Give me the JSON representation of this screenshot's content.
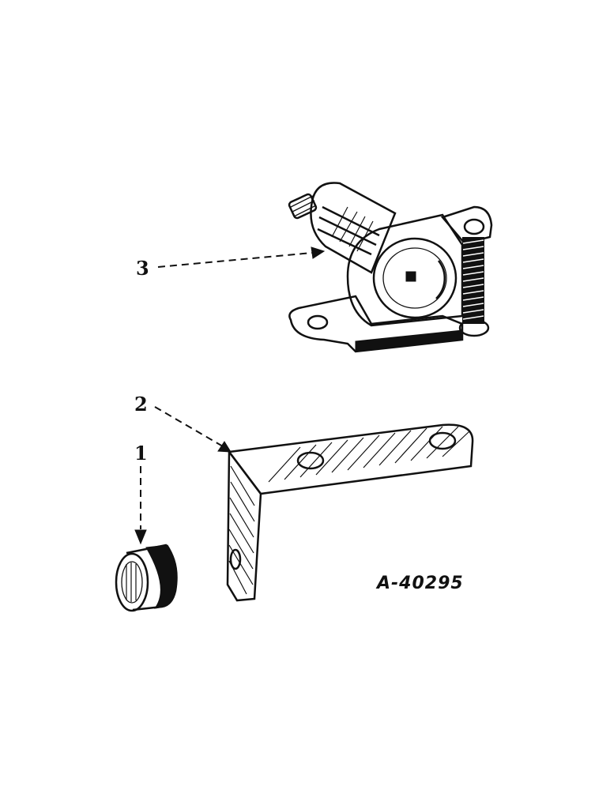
{
  "diagram": {
    "figure_number": "A-40295",
    "callouts": [
      {
        "id": "1",
        "label": "1",
        "part": "bushing"
      },
      {
        "id": "2",
        "label": "2",
        "part": "bracket"
      },
      {
        "id": "3",
        "label": "3",
        "part": "switch"
      }
    ],
    "ink_color": "#111111",
    "paper_color": "#ffffff"
  }
}
